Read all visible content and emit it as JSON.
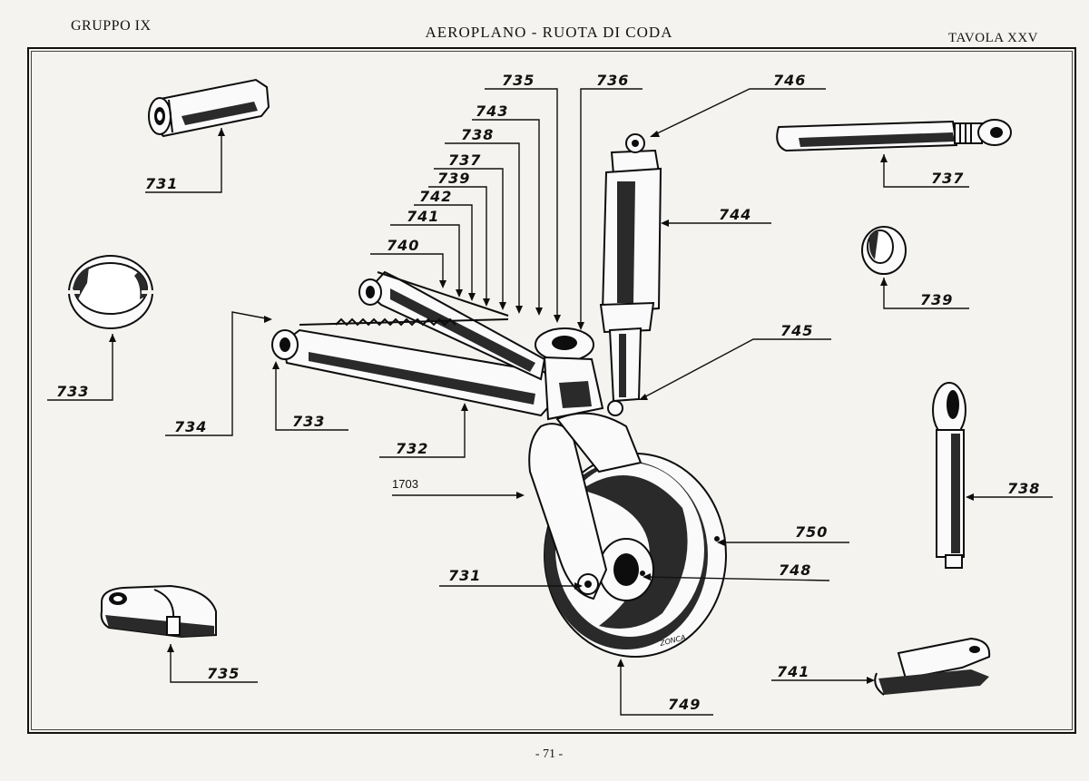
{
  "header": {
    "group": "GRUPPO IX",
    "title": "AEROPLANO - RUOTA DI CODA",
    "plate": "TAVOLA XXV"
  },
  "footer": {
    "page": "- 71 -"
  },
  "callouts": {
    "c731_top": "731",
    "c733_left": "733",
    "c735_top": "735",
    "c736": "736",
    "c743": "743",
    "c738_top": "738",
    "c737_mid": "737",
    "c739_mid": "739",
    "c742": "742",
    "c741_mid": "741",
    "c740": "740",
    "c746": "746",
    "c737_right": "737",
    "c744": "744",
    "c739_right": "739",
    "c745": "745",
    "c734": "734",
    "c733_mid": "733",
    "c732": "732",
    "c1703": "1703",
    "c750": "750",
    "c738_right": "738",
    "c731_wheel": "731",
    "c748": "748",
    "c735_bottom": "735",
    "c741_bottom": "741",
    "c749": "749"
  },
  "signature": "ZONCA"
}
